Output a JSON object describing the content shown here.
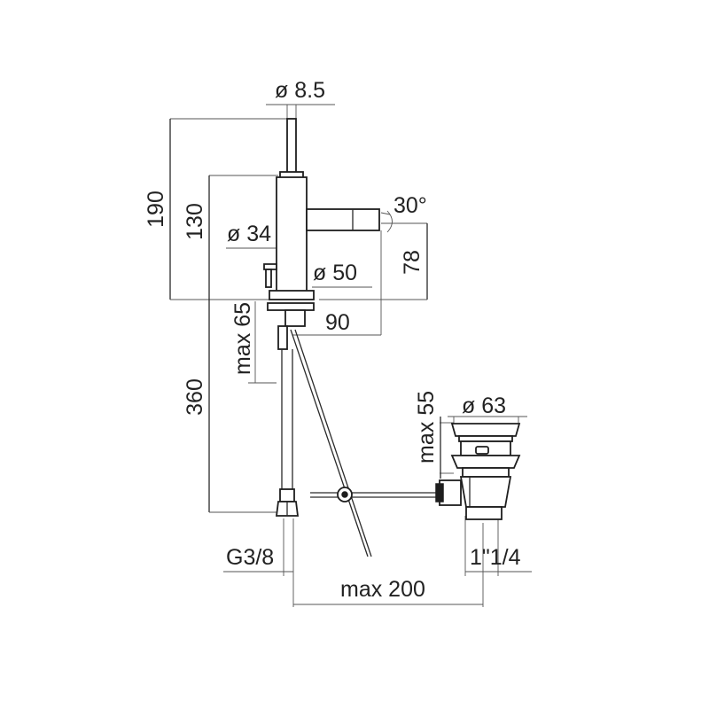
{
  "dimensions": {
    "rod_diameter": "ø 8.5",
    "total_height": "190",
    "body_height": "130",
    "body_diameter": "ø 34",
    "swivel_angle": "30°",
    "spout_height": "78",
    "base_diameter": "ø 50",
    "spout_reach": "90",
    "max_deck": "max 65",
    "hose_length": "360",
    "waste_diameter": "ø 63",
    "waste_max": "max 55",
    "inlet_thread": "G3/8",
    "waste_thread": "1\"1/4",
    "max_distance": "max 200"
  }
}
